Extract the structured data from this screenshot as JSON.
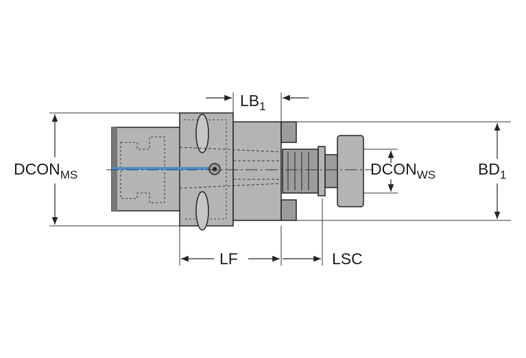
{
  "labels": {
    "dcon_ms": {
      "main": "DCON",
      "sub": "MS"
    },
    "dcon_ws": {
      "main": "DCON",
      "sub": "WS"
    },
    "lb1": {
      "main": "LB",
      "sub": "1"
    },
    "bd1": {
      "main": "BD",
      "sub": "1"
    },
    "lf": "LF",
    "lsc": "LSC"
  },
  "colors": {
    "body_fill": "#b4b4b4",
    "body_dark": "#9c9c9c",
    "outline": "#222222",
    "dim_line": "#333333",
    "coolant": "#4a8fd0"
  }
}
